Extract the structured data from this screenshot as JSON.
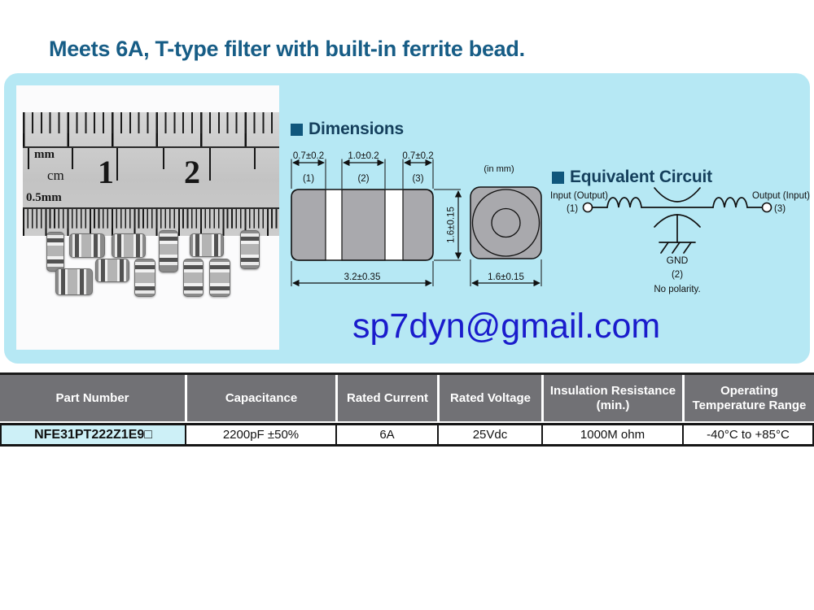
{
  "title": "Meets 6A, T-type filter with built-in ferrite bead.",
  "email": "sp7dyn@gmail.com",
  "colors": {
    "title_teal": "#175d86",
    "heading_navy": "#143f5c",
    "bullet_teal": "#10577c",
    "panel_cyan": "#b6e8f4",
    "email_blue": "#1a1ccc",
    "table_header_gray": "#717175",
    "part_number_highlight": "#cdf0f7",
    "drawing_gray": "#a9a9ad"
  },
  "photo": {
    "ruler": {
      "mm": "mm",
      "cm": "cm",
      "one": "1",
      "two": "2",
      "half_mm": "0.5mm"
    }
  },
  "dimensions": {
    "heading": "Dimensions",
    "unit_note": "(in mm)",
    "seg1_width": "0.7±0.2",
    "seg2_width": "1.0±0.2",
    "seg3_width": "0.7±0.2",
    "pin1": "(1)",
    "pin2": "(2)",
    "pin3": "(3)",
    "height": "1.6±0.15",
    "total_width": "3.2±0.35",
    "end_view_width": "1.6±0.15"
  },
  "circuit": {
    "heading": "Equivalent Circuit",
    "input_label": "Input (Output)",
    "input_pin": "(1)",
    "output_label": "Output (Input)",
    "output_pin": "(3)",
    "gnd_label": "GND",
    "gnd_pin": "(2)",
    "polarity_note": "No polarity."
  },
  "table": {
    "headers": [
      "Part Number",
      "Capacitance",
      "Rated Current",
      "Rated Voltage",
      "Insulation Resistance\n(min.)",
      "Operating\nTemperature Range"
    ],
    "row": {
      "part_number": "NFE31PT222Z1E9□",
      "capacitance": "2200pF ±50%",
      "rated_current": "6A",
      "rated_voltage": "25Vdc",
      "insulation_resistance": "1000M ohm",
      "operating_temperature_range": "-40°C to +85°C"
    }
  }
}
